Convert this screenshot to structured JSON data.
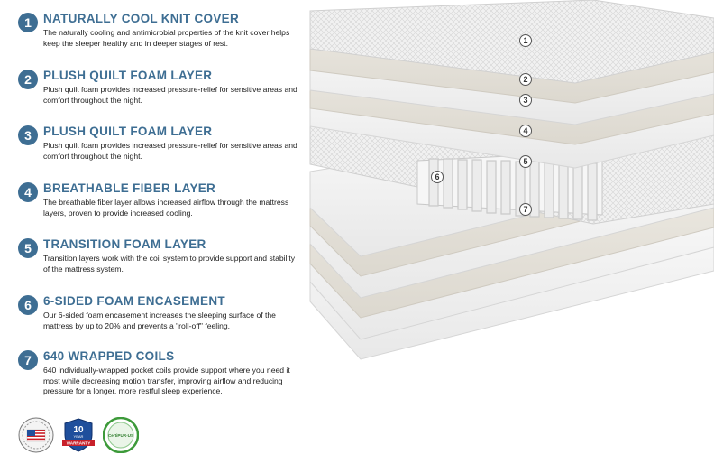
{
  "features": [
    {
      "number": "1",
      "title": "NATURALLY COOL KNIT COVER",
      "desc": "The naturally cooling and antimicrobial properties of the knit cover helps keep the sleeper healthy and in deeper stages of rest."
    },
    {
      "number": "2",
      "title": "PLUSH QUILT FOAM LAYER",
      "desc": "Plush quilt foam provides increased pressure-relief for sensitive areas and comfort throughout the night."
    },
    {
      "number": "3",
      "title": "PLUSH QUILT FOAM LAYER",
      "desc": "Plush quilt foam provides increased pressure-relief for sensitive areas and comfort throughout the night."
    },
    {
      "number": "4",
      "title": "BREATHABLE FIBER LAYER",
      "desc": "The breathable fiber layer allows increased airflow through the mattress layers, proven to provide increased cooling."
    },
    {
      "number": "5",
      "title": "TRANSITION FOAM LAYER",
      "desc": "Transition layers work with the coil system to provide support and stability of the mattress system."
    },
    {
      "number": "6",
      "title": "6-SIDED FOAM ENCASEMENT",
      "desc": "Our 6-sided foam encasement increases the sleeping surface of the mattress by up to 20% and prevents a \"roll-off\" feeling."
    },
    {
      "number": "7",
      "title": "640 WRAPPED COILS",
      "desc": "640 individually-wrapped pocket coils provide support where you need it most while decreasing motion transfer, improving airflow and reducing pressure for a longer, more restful sleep experience."
    }
  ],
  "badges": {
    "usa_icon": "usa-flag-seal-icon",
    "warranty_years": "10",
    "warranty_year_label": "YEAR",
    "warranty_label": "WARRANTY",
    "certipur_label": "CertiPUR-US"
  },
  "diagram_markers": [
    "1",
    "2",
    "3",
    "4",
    "5",
    "6",
    "7"
  ],
  "colors": {
    "accent": "#3e6e93",
    "text": "#222222",
    "layer": "#f3f3f3",
    "fiber": "#e6e3dc",
    "warranty_blue": "#1f4f9c",
    "warranty_red": "#c8202a",
    "certipur_green": "#3d9a3a"
  }
}
